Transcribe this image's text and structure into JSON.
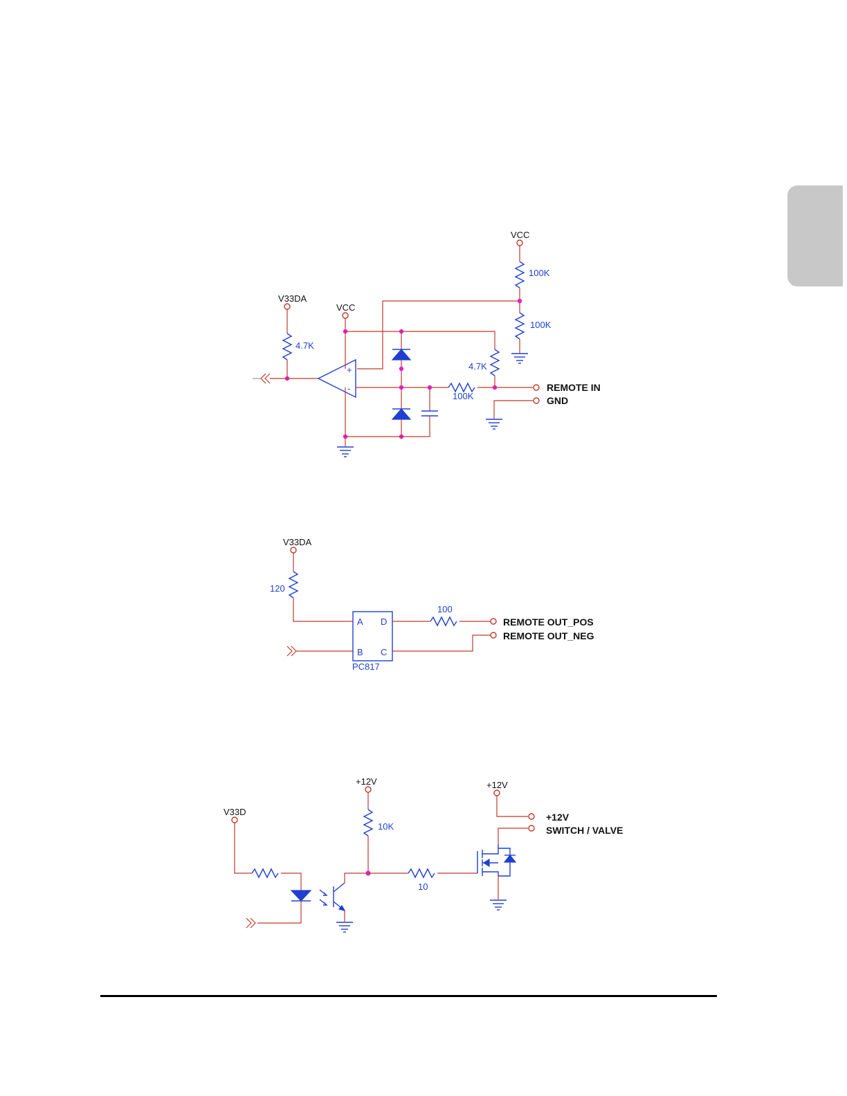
{
  "figures": {
    "remote_in": {
      "labels": {
        "vcc_top": "VCC",
        "r_top": "100K",
        "r_bottom": "100K",
        "v33da": "V33DA",
        "r_pullup": "4.7K",
        "vcc_opamp": "VCC",
        "r_series_pullup": "4.7K",
        "r_series": "100K",
        "port_in": "REMOTE IN",
        "port_gnd": "GND",
        "plus": "+",
        "minus": "-"
      }
    },
    "remote_out": {
      "labels": {
        "v33da": "V33DA",
        "r_anode": "120",
        "r_out": "100",
        "pin_a": "A",
        "pin_b": "B",
        "pin_c": "C",
        "pin_d": "D",
        "part": "PC817",
        "port_pos": "REMOTE OUT_POS",
        "port_neg": "REMOTE OUT_NEG"
      }
    },
    "switch_valve": {
      "labels": {
        "v33d": "V33D",
        "v12_a": "+12V",
        "r_pullup": "10K",
        "r_gate": "10",
        "v12_b": "+12V",
        "port_12v": "+12V",
        "port_switch": "SWITCH / VALVE"
      }
    }
  },
  "colors": {
    "wire": "#c0392b",
    "component": "#1f3fd1",
    "junction": "#e020c8",
    "tab": "#c8c8c8"
  }
}
